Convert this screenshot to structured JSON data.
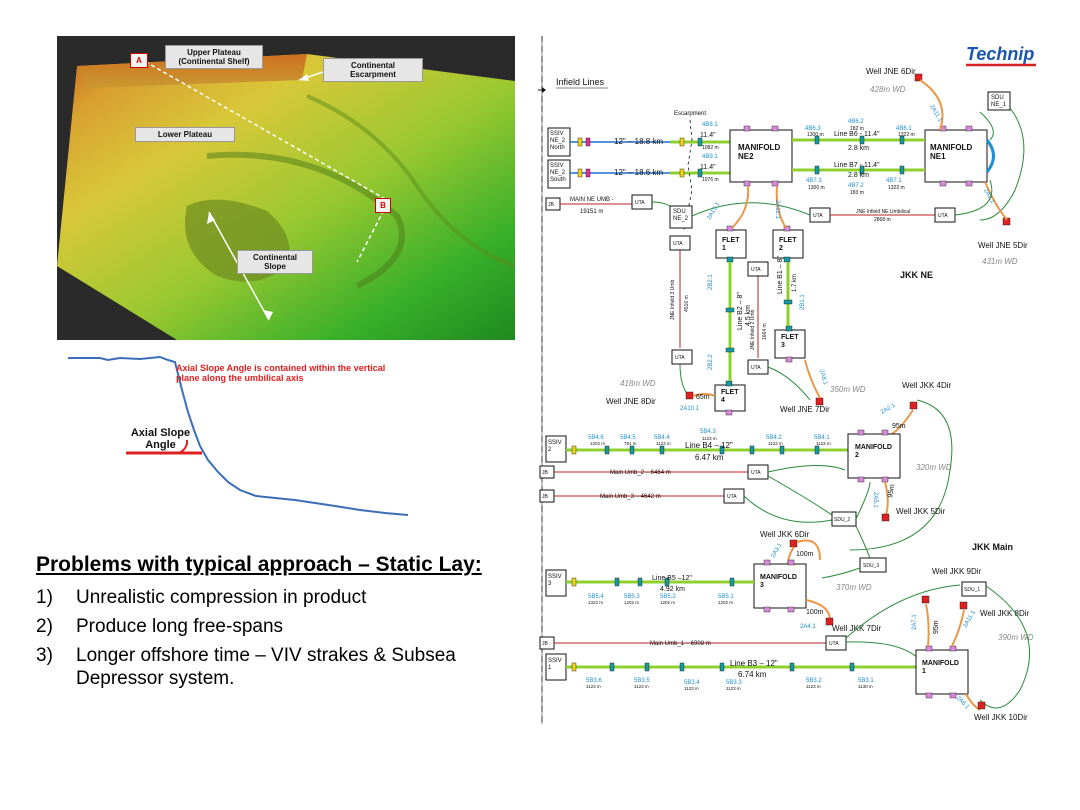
{
  "terrain": {
    "marker_a": "A",
    "marker_b": "B",
    "callouts": {
      "upper_plateau": "Upper Plateau\n(Continental Shelf)",
      "escarpment": "Continental\nEscarpment",
      "lower_plateau": "Lower Plateau",
      "slope": "Continental\nSlope"
    }
  },
  "axial": {
    "note": "Axial Slope Angle is contained within the vertical plane along the umbilical axis",
    "label": "Axial Slope Angle"
  },
  "problems": {
    "title": "Problems with typical approach – Static Lay:",
    "items": [
      {
        "num": "1)",
        "text": "Unrealistic compression in product"
      },
      {
        "num": "2)",
        "text": "Produce long free-spans"
      },
      {
        "num": "3)",
        "text": "Longer offshore time – VIV strakes & Subsea Depressor system."
      }
    ]
  },
  "schematic": {
    "logo": "Technip",
    "infield_lines": "Infield Lines",
    "escarpment": "Escarpment",
    "wells": {
      "jne6": "Well JNE 6Dir",
      "jne5": "Well JNE 5Dir",
      "jne8": "Well JNE 8Dir",
      "jne7": "Well JNE 7Dir",
      "jkk4": "Well JKK 4Dir",
      "jkk5": "Well JKK 5Dir",
      "jkk6": "Well JKK 6Dir",
      "jkk7": "Well JKK 7Dir",
      "jkk9": "Well JKK 9Dir",
      "jkk8": "Well JKK 8Dir",
      "jkk10": "Well JKK 10Dir"
    },
    "depths": {
      "d428": "428m WD",
      "d431": "431m WD",
      "d418": "418m WD",
      "d350": "350m WD",
      "d320": "320m WD",
      "d370": "370m WD",
      "d390": "390m WD"
    },
    "areas": {
      "ne": "JKK NE",
      "main": "JKK Main"
    },
    "manifolds": {
      "ne2": "MANIFOLD\nNE2",
      "ne1": "MANIFOLD\nNE1",
      "m2": "MANIFOLD\n2",
      "m3": "MANIFOLD\n3",
      "m1": "MANIFOLD\n1"
    },
    "flets": {
      "f1": "FLET\n1",
      "f2": "FLET\n2",
      "f3": "FLET\n3",
      "f4": "FLET\n4"
    },
    "ssiv": {
      "ne2n": "SSIV\nNE_2\nNorth",
      "ne2s": "SSIV\nNE_2\nSouth",
      "s2": "SSIV\n2",
      "s3": "SSIV\n3",
      "s1": "SSIV\n1"
    },
    "sdu": {
      "ne1": "SDU\nNE_1",
      "ne2": "SDU\nNE_2",
      "s3": "SDU_3",
      "s2": "SDU_2",
      "sdu1": "SDU_1"
    },
    "uta": "UTA",
    "jb": "JB",
    "lines": {
      "l12_18_8": "12\" – 18.8 km",
      "l12_18_6": "12\" – 18.6 km",
      "b6": "Line B6 - 11.4\"",
      "b6km": "2.8 km",
      "b7": "Line B7 - 11.4\"",
      "b7km": "2.8 km",
      "ne_umb": "MAIN NE UMB -",
      "ne_umb_len": "19151 m",
      "ne_infield": "JNE Infield NE Umbilical",
      "ne_infield_len": "2868 m",
      "b4": "Line B4 – 12\"",
      "b4km": "6.47 km",
      "umb2": "Main Umb_2 – 6464 m",
      "umb3": "Main Umb_3 – 4642 m",
      "b5": "Line B5 –12\"",
      "b5km": "4.92 km",
      "umb1": "Main Umb_1 – 6908 m",
      "b3": "Line B3 – 12\"",
      "b3km": "6.74 km",
      "b2": "Line B2 – 8\"",
      "b2km": "4.5 km",
      "b1": "Line B1 – 8\"",
      "b1km": "1.7 km",
      "jne3": "JNE Infield 3 Umb",
      "jne3len": "4516 m",
      "jne2": "JNE Infield 2 Umb",
      "jne2len": "1664 m"
    },
    "jumpers": {
      "j65": "65m",
      "j95a": "95m",
      "j95b": "95m",
      "j100a": "100m",
      "j100b": "100m",
      "j95c": "95m"
    },
    "segments": {
      "b4": [
        "5B4.6",
        "5B4.5",
        "5B4.4",
        "5B4.3",
        "5B4.2",
        "5B4.1"
      ],
      "b4len": [
        "1202 m",
        "791 m",
        "1123 m",
        "1123 m",
        "1123 m",
        "1123 m"
      ],
      "b5": [
        "5B5.4",
        "5B5.3",
        "5B5.2",
        "5B5.1"
      ],
      "b5len": [
        "1322 m",
        "1202 m",
        "1202 m",
        "1202 m"
      ],
      "b3": [
        "5B3.6",
        "5B3.5",
        "5B3.4",
        "5B3.3",
        "5B3.2",
        "5B3.1"
      ],
      "b3len": [
        "1123 m",
        "1123 m",
        "1123 m",
        "1123 m",
        "1123 m",
        "1130 m"
      ],
      "ne_top": [
        "4B8.1",
        "4B9.1",
        "4B6.3",
        "4B6.2",
        "4B6.1"
      ],
      "ne_top_len": [
        "1082 m",
        "1076 m",
        "1300 m",
        "182 m",
        "1322 m"
      ],
      "ne_bot": [
        "4B7.3",
        "4B7.2",
        "4B7.1"
      ],
      "ne_bot_len": [
        "1300 m",
        "183 m",
        "1322 m"
      ],
      "b8": "11.4\"",
      "b9": "11.4\""
    },
    "jumper_ids": {
      "a11": "2A11.1",
      "a91": "2A9.1",
      "a131": "2A13.1",
      "a121": "2A12.1",
      "a101": "2A10.1",
      "a81": "2A8.1",
      "b21": "2B2.1",
      "b22": "2B2.2",
      "b11": "2B1.1",
      "a21": "2A2.1",
      "a51": "2A5.1",
      "a31": "2A3.1",
      "a41": "2A4.1",
      "a71": "2A7.1",
      "a111": "2A11.1",
      "a61": "2A6.1"
    }
  }
}
